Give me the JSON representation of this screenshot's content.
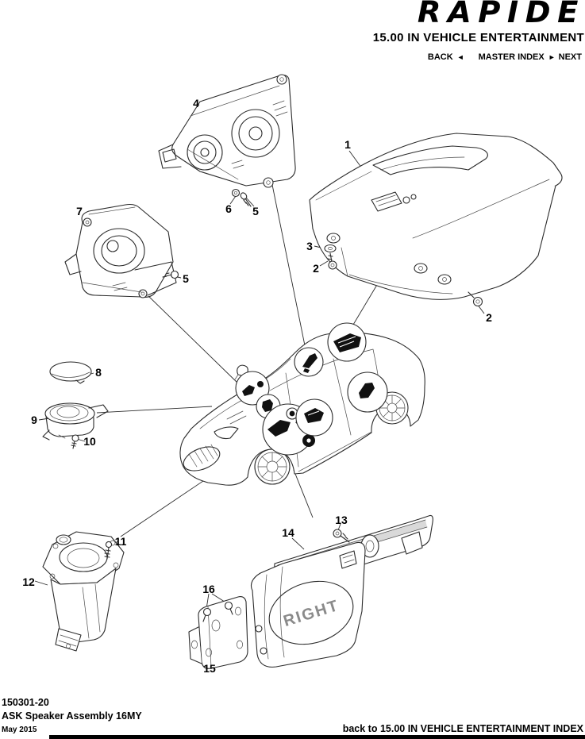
{
  "header": {
    "brand": "RAPIDE",
    "section": "15.00 IN VEHICLE ENTERTAINMENT",
    "nav": {
      "back_label": "BACK",
      "back_arrow": "◄",
      "master_index_label": "MASTER INDEX",
      "next_arrow": "►",
      "next_label": "NEXT"
    }
  },
  "diagram": {
    "right_badge": "RIGHT",
    "callouts": [
      "4",
      "6",
      "5",
      "7",
      "5",
      "1",
      "3",
      "2",
      "2",
      "8",
      "9",
      "10",
      "11",
      "12",
      "13",
      "14",
      "16",
      "15"
    ]
  },
  "footer": {
    "doc_number": "150301-20",
    "doc_title": "ASK Speaker Assembly 16MY",
    "date": "May 2015",
    "back_link": "back to 15.00 IN VEHICLE ENTERTAINMENT INDEX"
  },
  "colors": {
    "ink": "#000000",
    "paper": "#ffffff",
    "line": "#2b2b2b"
  }
}
